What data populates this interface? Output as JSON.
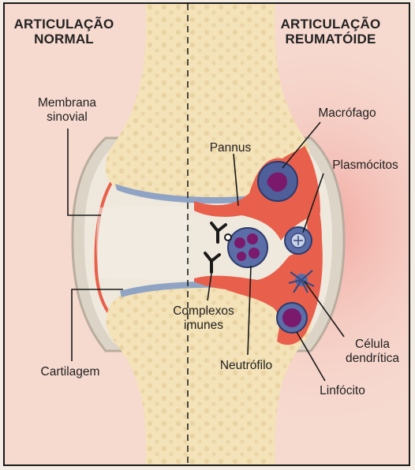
{
  "title_left": {
    "line1": "ARTICULAÇÃO",
    "line2": "NORMAL"
  },
  "title_right": {
    "line1": "ARTICULAÇÃO",
    "line2": "REUMATÓIDE"
  },
  "labels": {
    "membrana": {
      "line1": "Membrana",
      "line2": "sinovial"
    },
    "cartilagem": "Cartilagem",
    "pannus": "Pannus",
    "macrofago": "Macrófago",
    "plasmocitos": "Plasmócitos",
    "complexos": {
      "line1": "Complexos",
      "line2": "imunes"
    },
    "neutrofilo": "Neutrófilo",
    "celula": {
      "line1": "Célula",
      "line2": "dendrítica"
    },
    "linfocito": "Linfócito"
  },
  "colors": {
    "bone": "#f4e2b8",
    "bone_dots": "#e7cf9c",
    "cartilage": "#8fa3c4",
    "inflamed": "#e8604c",
    "capsule": "#e9e3d6",
    "cell_nucleus": "#7b1a6c",
    "cell_body": "#5b6ea8"
  }
}
